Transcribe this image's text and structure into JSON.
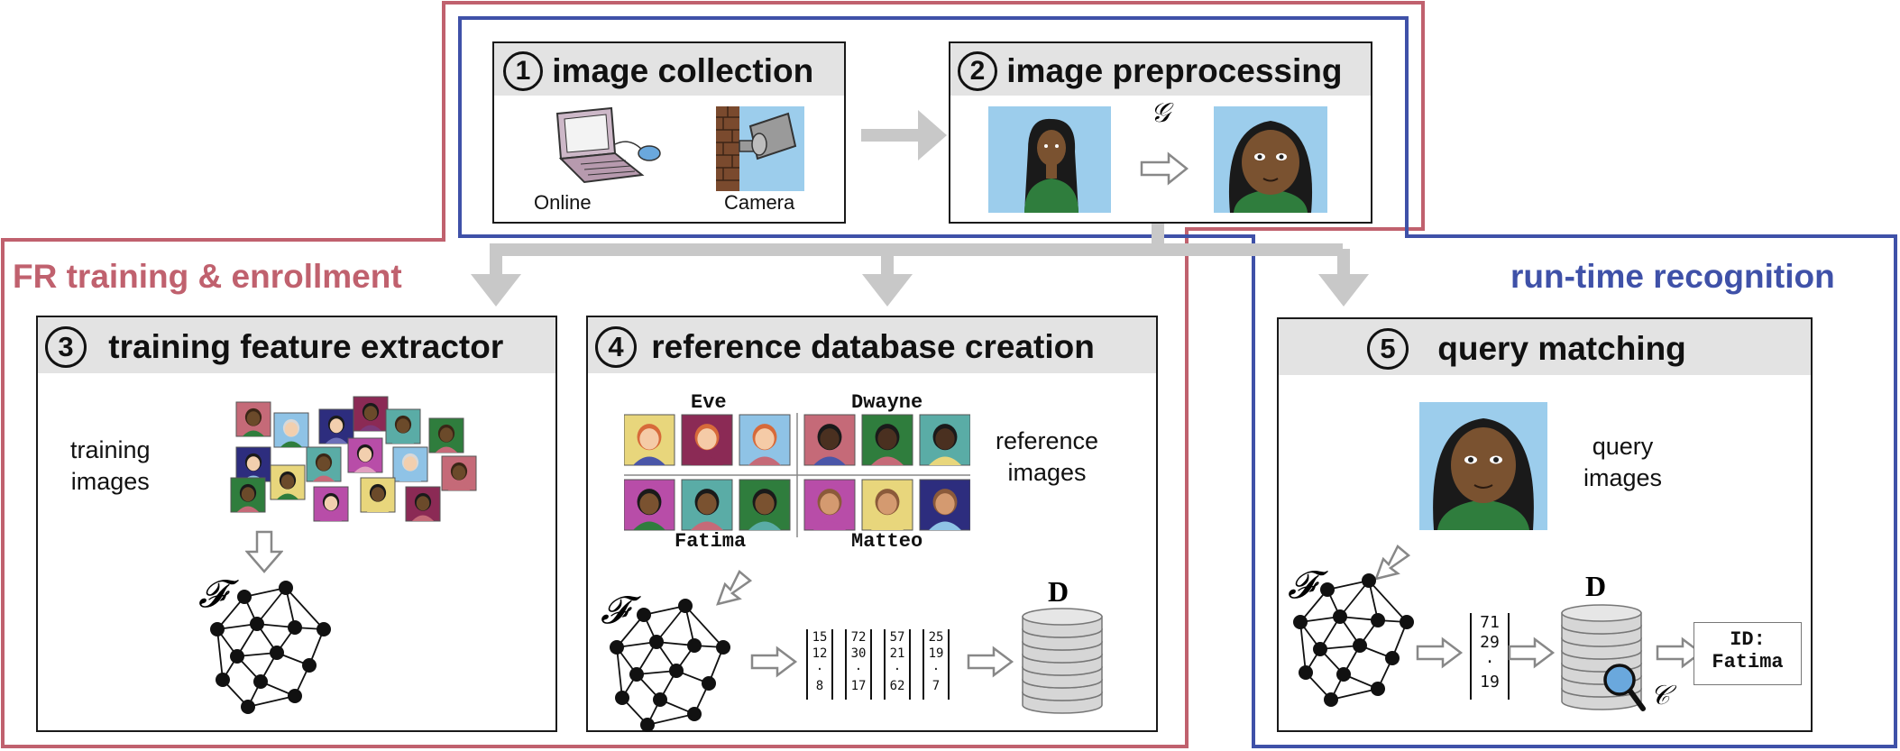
{
  "stage1": {
    "number": "1",
    "title": "image collection",
    "online": "Online",
    "camera": "Camera"
  },
  "stage2": {
    "number": "2",
    "title": "image preprocessing",
    "g_symbol": "𝒢"
  },
  "stage3": {
    "number": "3",
    "title": "training feature extractor",
    "images_label": "training\nimages",
    "f_symbol": "𝓕"
  },
  "stage4": {
    "number": "4",
    "title": "reference database creation",
    "images_label": "reference\nimages",
    "names": {
      "eve": "Eve",
      "dwayne": "Dwayne",
      "fatima": "Fatima",
      "matteo": "Matteo"
    },
    "f_symbol": "𝓕",
    "d_symbol": "D",
    "vectors": [
      [
        "15",
        "12",
        "·",
        "8"
      ],
      [
        "72",
        "30",
        "·",
        "17"
      ],
      [
        "57",
        "21",
        "·",
        "62"
      ],
      [
        "25",
        "19",
        "·",
        "7"
      ]
    ]
  },
  "stage5": {
    "number": "5",
    "title": "query matching",
    "images_label": "query\nimages",
    "f_symbol": "𝓕",
    "d_symbol": "D",
    "c_symbol": "𝒞",
    "vector": [
      "71",
      "29",
      "·",
      "19"
    ],
    "id_label": "ID:",
    "id_value": "Fatima"
  },
  "group_labels": {
    "training": "FR training & enrollment",
    "runtime": "run-time recognition"
  },
  "colors": {
    "red_outline": "#c0616e",
    "blue_outline": "#3f51a8",
    "header_gray": "#e3e3e3",
    "arrow_gray": "#c8c8c8",
    "sky": "#9ccdec",
    "green": "#2f7d3d",
    "skin": "#7a5230"
  }
}
